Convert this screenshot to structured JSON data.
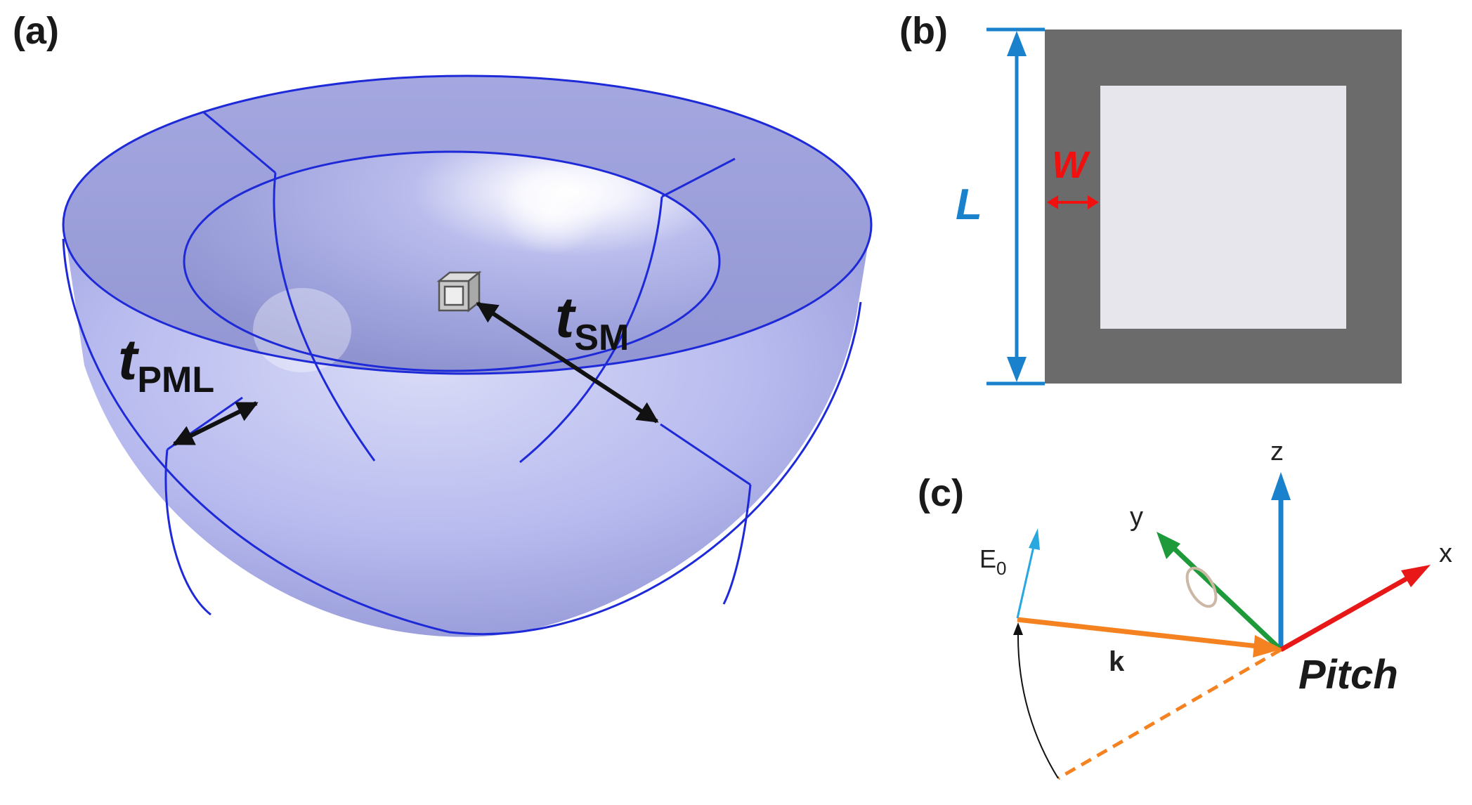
{
  "panels": {
    "a": {
      "label": "(a)",
      "t_pml_main": "t",
      "t_pml_sub": "PML",
      "t_sm_main": "t",
      "t_sm_sub": "SM"
    },
    "b": {
      "label": "(b)",
      "L": "L",
      "W": "W"
    },
    "c": {
      "label": "(c)",
      "axis_z": "z",
      "axis_y": "y",
      "axis_x": "x",
      "e0_main": "E",
      "e0_sub": "0",
      "k": "k",
      "pitch": "Pitch"
    }
  },
  "colors": {
    "hemisphere_fill": "#b6b9ec",
    "rim_fill": "#9ea2dc",
    "edge_lines": "#1e2ad8",
    "frame_outer": "#6b6b6b",
    "frame_inner": "#e6e6ec",
    "dimension_blue": "#1a82cc",
    "width_red": "#f01010",
    "z_axis": "#1a82cc",
    "y_axis": "#1e9a3a",
    "x_axis": "#e81818",
    "k_vector": "#f58220",
    "e0_vector": "#29a8e0"
  }
}
